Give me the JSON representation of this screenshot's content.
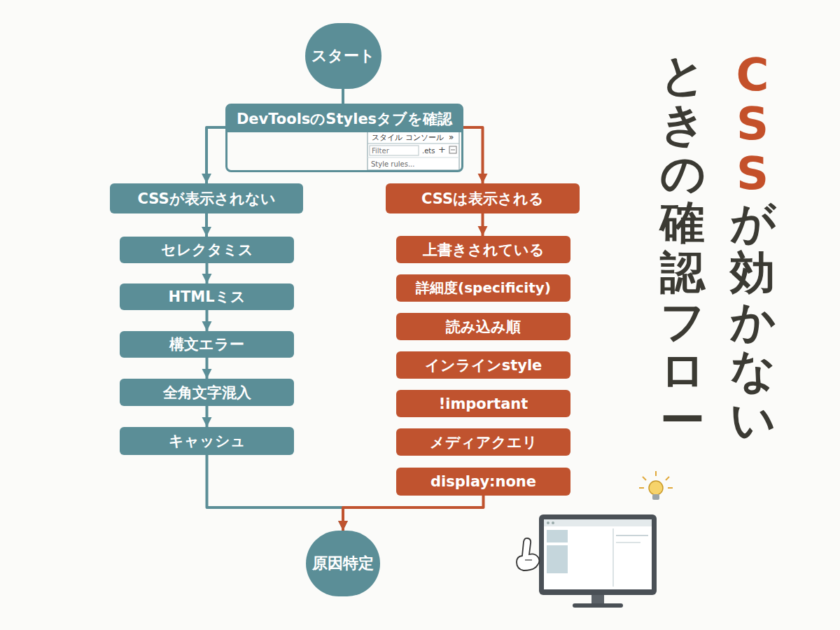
{
  "diagram": {
    "title": "CSSが効かない ときの確認フロー",
    "nodes": [
      {
        "text": [
          "スタート"
        ]
      },
      {
        "text": [
          "DevToolsのStylesタブを確認"
        ]
      },
      {
        "text": [
          "CSSが表示されない"
        ]
      },
      {
        "text": [
          "セレクタミス"
        ]
      },
      {
        "text": [
          "HTMLミス"
        ]
      },
      {
        "text": [
          "構文エラー"
        ]
      },
      {
        "text": [
          "全角文字混入"
        ]
      },
      {
        "text": [
          "キャッシュ"
        ]
      },
      {
        "text": [
          "CSSは表示される"
        ]
      },
      {
        "text": [
          "上書きされている"
        ]
      },
      {
        "text": [
          "詳細度(specificity)"
        ]
      },
      {
        "text": [
          "読み込み順"
        ]
      },
      {
        "text": [
          "インラインstyle"
        ]
      },
      {
        "text": [
          "!important"
        ]
      },
      {
        "text": [
          "メディアクエリ"
        ]
      },
      {
        "text": [
          "display:none"
        ]
      },
      {
        "text": [
          "原因特定"
        ]
      }
    ],
    "edges": [
      {
        "from": 0,
        "to": 1,
        "arrow": "none"
      },
      {
        "from": 1,
        "to": 2,
        "arrow": "to"
      },
      {
        "from": 1,
        "to": 8,
        "arrow": "to"
      },
      {
        "from": 2,
        "to": 3,
        "arrow": "to"
      },
      {
        "from": 3,
        "to": 4,
        "arrow": "to"
      },
      {
        "from": 4,
        "to": 5,
        "arrow": "to"
      },
      {
        "from": 5,
        "to": 6,
        "arrow": "to"
      },
      {
        "from": 6,
        "to": 7,
        "arrow": "to"
      },
      {
        "from": 8,
        "to": 9,
        "arrow": "to"
      },
      {
        "from": 7,
        "to": 16,
        "arrow": "to"
      },
      {
        "from": 15,
        "to": 16,
        "arrow": "to"
      }
    ],
    "labels": [
      "スタイル",
      "コンソール",
      "»",
      "Filter",
      ".ets",
      "+",
      "Style rules..."
    ]
  }
}
